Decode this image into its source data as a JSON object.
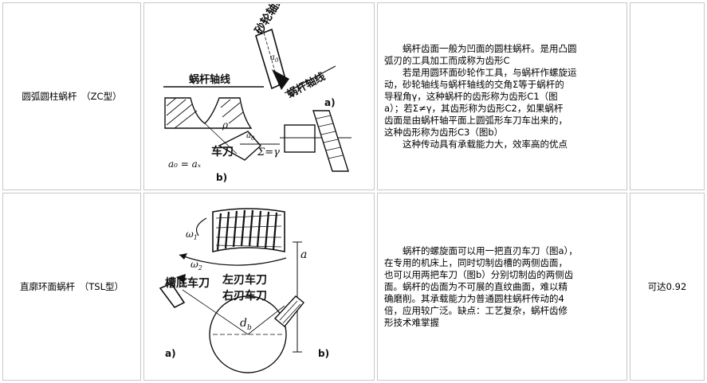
{
  "rows": [
    {
      "name": "圆弧圆柱蜗杆　（ZC型）",
      "figure": {
        "labels": {
          "grinding_axis": "砂轮轴线",
          "worm_axis_top": "蜗杆轴线",
          "worm_axis": "蜗杆轴线",
          "tool": "车刀",
          "a0": "a",
          "a0_sub": "0",
          "rho": "ρ",
          "a_label": "a)",
          "b_label": "b)",
          "sigma_eq": "Σ=γ",
          "formula": "a₀ = aₓ"
        }
      },
      "desc_lines": [
        "蜗杆齿面一般为凹面的圆柱蜗杆。是用凸圆",
        "弧刃的工具加工而成称为齿形C",
        "若是用圆环面砂轮作工具，与蜗杆作螺旋运",
        "动，砂轮轴线与蜗杆轴线的交角Σ等于蜗杆的",
        "导程角γ，这种蜗杆的齿形称为齿形C1（图",
        "a）；若Σ≠γ，其齿形称为齿形C2，如果蜗杆",
        "齿面是由蜗杆轴平面上圆弧形车刀车出来的，",
        "这种齿形称为齿形C3（图b）",
        "这种传动具有承载能力大，效率高的优点"
      ],
      "efficiency": ""
    },
    {
      "name": "直廓环面蜗杆　（TSL型）",
      "figure": {
        "labels": {
          "omega1": "ω",
          "omega1_sub": "1",
          "omega2": "ω",
          "omega2_sub": "2",
          "slot_tool": "槽底车刀",
          "left_tool": "左刃车刀",
          "right_tool": "右刃车刀",
          "a": "a",
          "db": "d",
          "db_sub": "b",
          "a_label": "a)",
          "b_label": "b)"
        }
      },
      "desc_lines": [
        "蜗杆的螺旋面可以用一把直刃车刀（图a），",
        "在专用的机床上，同时切制齿槽的两侧齿面，",
        "也可以用两把车刀（图b）分别切制齿的两侧齿",
        "面。蜗杆的齿面为不可展的直纹曲面，难以精",
        "确磨削。其承载能力为普通圆柱蜗杆传动的4",
        "倍，应用较广泛。缺点：工艺复杂，蜗杆齿修",
        "形技术难掌握"
      ],
      "efficiency": "可达0.92"
    }
  ]
}
